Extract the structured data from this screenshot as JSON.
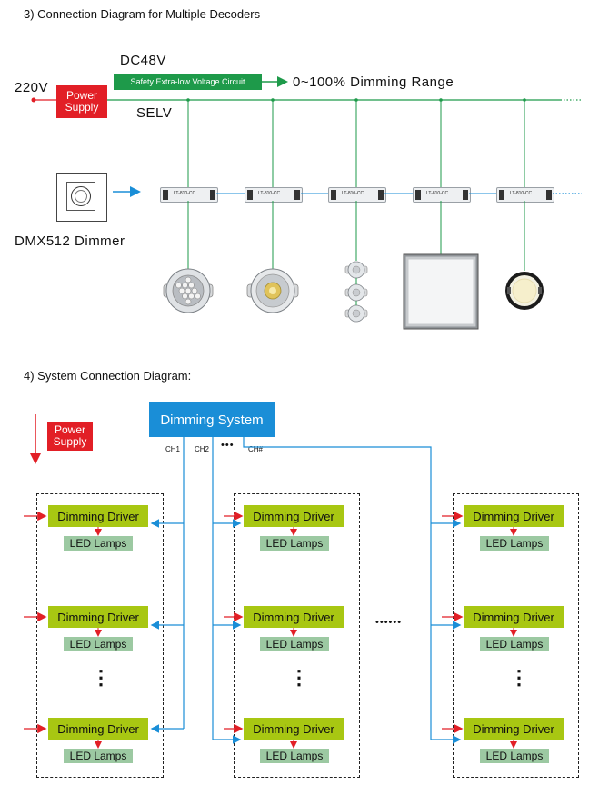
{
  "section3": {
    "title": "3) Connection Diagram for Multiple Decoders",
    "voltage_in": "220V",
    "power_supply": "Power Supply",
    "dc_label": "DC48V",
    "selv_circuit": "Safety Extra-low Voltage Circuit",
    "dimming_range": "0~100% Dimming Range",
    "selv": "SELV",
    "dimmer_label": "DMX512 Dimmer",
    "decoder_model": "LT-810-CC",
    "decoder_count": 5,
    "lamp_types": [
      "downlight-icon",
      "cob-spotlight-icon",
      "mini-spot-stack-icon",
      "panel-light-icon",
      "round-ceiling-light-icon"
    ]
  },
  "section4": {
    "title": "4) System Connection Diagram:",
    "power_supply": "Power Supply",
    "dimming_system": "Dimming System",
    "channels": [
      "CH1",
      "CH2",
      "•••",
      "CH#"
    ],
    "driver_label": "Dimming Driver",
    "lamps_label": "LED Lamps",
    "vertical_ellipsis": "⋮",
    "horizontal_ellipsis": "••••••"
  },
  "colors": {
    "red": "#e21f26",
    "green": "#1e9a4a",
    "blue": "#1a8ed7",
    "lime": "#a8c712",
    "mint": "#9cc9a2"
  }
}
